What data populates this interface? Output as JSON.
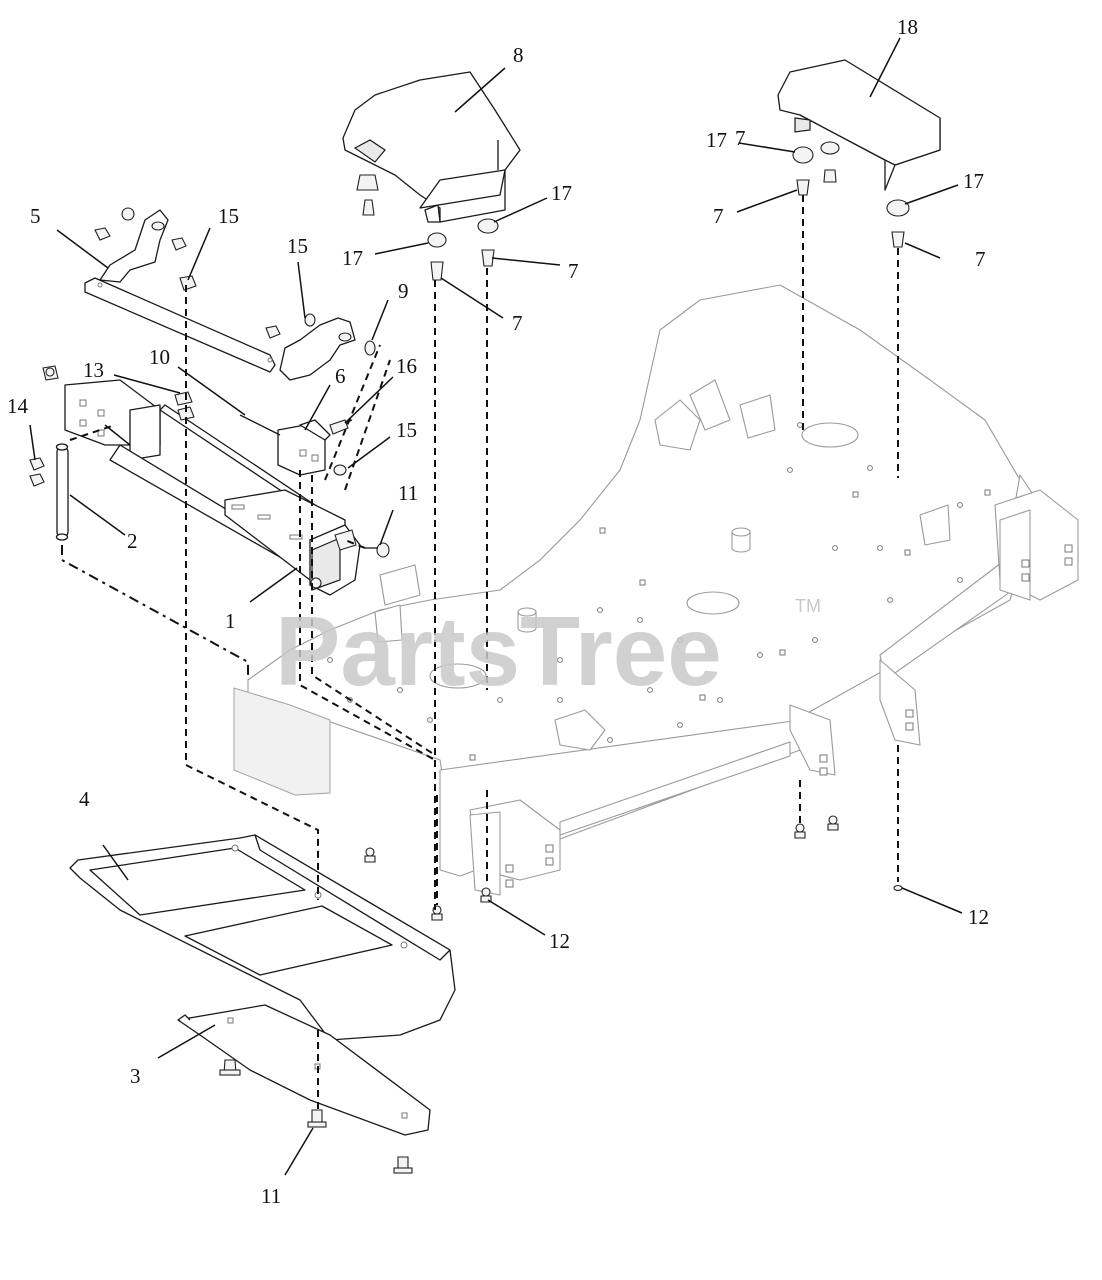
{
  "watermark": {
    "brand": "PartsTree",
    "trademark": "TM"
  },
  "callouts": [
    {
      "id": "c1",
      "label": "1"
    },
    {
      "id": "c2",
      "label": "2"
    },
    {
      "id": "c3",
      "label": "3"
    },
    {
      "id": "c4",
      "label": "4"
    },
    {
      "id": "c5",
      "label": "5"
    },
    {
      "id": "c6",
      "label": "6"
    },
    {
      "id": "c7a",
      "label": "7"
    },
    {
      "id": "c7b",
      "label": "7"
    },
    {
      "id": "c7c",
      "label": "7"
    },
    {
      "id": "c7d",
      "label": "7"
    },
    {
      "id": "c7e",
      "label": "7"
    },
    {
      "id": "c8",
      "label": "8"
    },
    {
      "id": "c9",
      "label": "9"
    },
    {
      "id": "c10",
      "label": "10"
    },
    {
      "id": "c11a",
      "label": "11"
    },
    {
      "id": "c11b",
      "label": "11"
    },
    {
      "id": "c12a",
      "label": "12"
    },
    {
      "id": "c12b",
      "label": "12"
    },
    {
      "id": "c13",
      "label": "13"
    },
    {
      "id": "c14",
      "label": "14"
    },
    {
      "id": "c15a",
      "label": "15"
    },
    {
      "id": "c15b",
      "label": "15"
    },
    {
      "id": "c15c",
      "label": "15"
    },
    {
      "id": "c16",
      "label": "16"
    },
    {
      "id": "c17a",
      "label": "17"
    },
    {
      "id": "c17b",
      "label": "17"
    },
    {
      "id": "c17c",
      "label": "17"
    },
    {
      "id": "c17d",
      "label": "17"
    },
    {
      "id": "c18",
      "label": "18"
    }
  ]
}
